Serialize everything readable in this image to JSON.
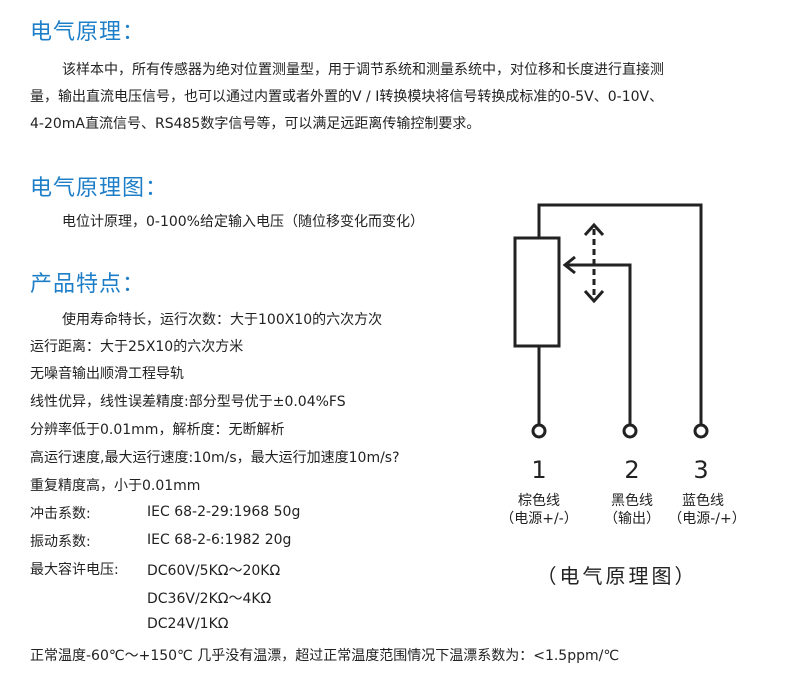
{
  "section1": {
    "heading": "电气原理：",
    "lines": [
      "该样本中，所有传感器为绝对位置测量型，用于调节系统和测量系统中，对位移和长度进行直接测",
      "量，输出直流电压信号，也可以通过内置或者外置的V / I转换模块将信号转换成标准的0-5V、0-10V、",
      "4-20mA直流信号、RS485数字信号等，可以满足远距离传输控制要求。"
    ]
  },
  "section2": {
    "heading": "电气原理图：",
    "text": "电位计原理，0-100%给定输入电压（随位移变化而变化）"
  },
  "section3": {
    "heading": "产品特点：",
    "lines": [
      "使用寿命特长，运行次数：大于100X10的六次方次",
      "运行距离：大于25X10的六次方米",
      "无噪音输出顺滑工程导轨",
      "线性优异，线性误差精度:部分型号优于±0.04%FS",
      "分辨率低于0.01mm，解析度：无断解析",
      "高运行速度,最大运行速度:10m/s，最大运行加速度10m/s?",
      "重复精度高，小于0.01mm"
    ],
    "specs": [
      {
        "label": "冲击系数:",
        "value": "IEC 68-2-29:1968 50g"
      },
      {
        "label": "振动系数:",
        "value": "IEC 68-2-6:1982 20g"
      },
      {
        "label": "最大容许电压:",
        "value": "DC60V/5KΩ～20KΩ"
      }
    ],
    "voltage_more": [
      "DC36V/2KΩ～4KΩ",
      "DC24V/1KΩ"
    ],
    "temperature": "正常温度-60℃～+150℃ 几乎没有温漂，超过正常温度范围情况下温漂系数为：<1.5ppm/℃"
  },
  "diagram": {
    "terminals": [
      {
        "num": "1",
        "color": "棕色线",
        "role": "（电源+/-）"
      },
      {
        "num": "2",
        "color": "黑色线",
        "role": "（输出）"
      },
      {
        "num": "3",
        "color": "蓝色线",
        "role": "（电源-/+）"
      }
    ],
    "title": "（电气原理图）"
  }
}
